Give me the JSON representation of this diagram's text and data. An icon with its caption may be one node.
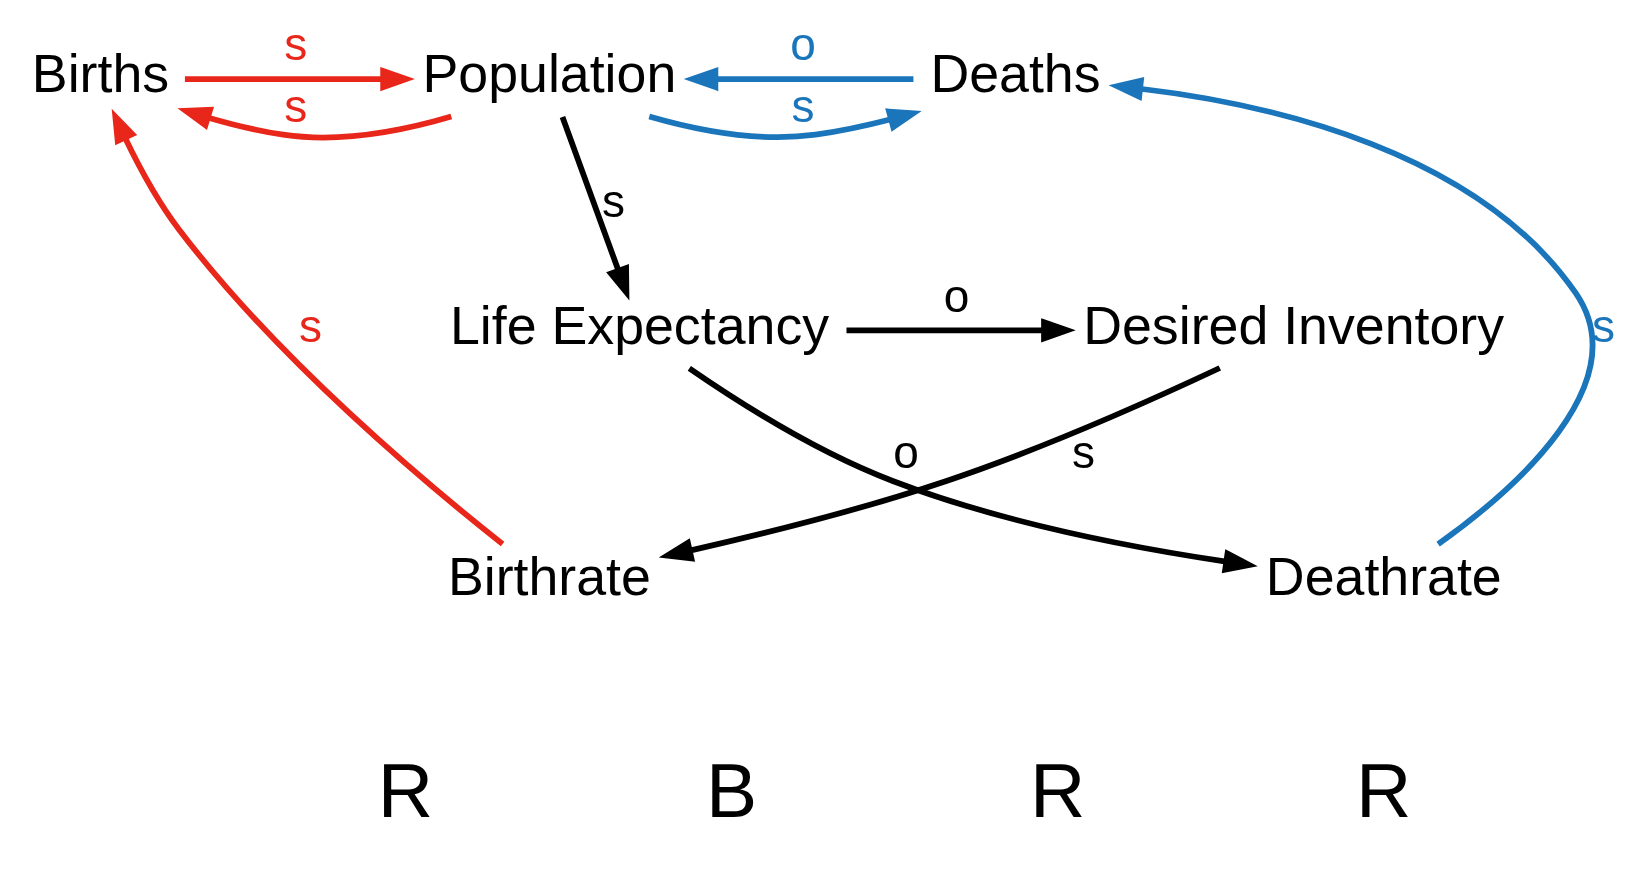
{
  "diagram": {
    "nodes": [
      {
        "text": [
          "Births"
        ]
      },
      {
        "text": [
          "Population"
        ]
      },
      {
        "text": [
          "Deaths"
        ]
      },
      {
        "text": [
          "Birthrate"
        ]
      },
      {
        "text": [
          "Deathrate"
        ]
      },
      {
        "text": [
          "Desired Inventory"
        ]
      },
      {
        "text": [
          "Life Expectancy"
        ]
      }
    ],
    "edges": [
      {
        "from": 0,
        "to": 1,
        "arrow": "to",
        "label": "s",
        "color": "#e8261a"
      },
      {
        "from": 1,
        "to": 0,
        "arrow": "to",
        "label": "s",
        "color": "#e8261a"
      },
      {
        "from": 1,
        "to": 2,
        "arrow": "to",
        "label": "s",
        "color": "#1a75bb"
      },
      {
        "from": 2,
        "to": 1,
        "arrow": "to",
        "label": "o",
        "color": "#1a75bb"
      },
      {
        "from": 3,
        "to": 0,
        "arrow": "to",
        "label": "s",
        "color": "#e8261a"
      },
      {
        "from": 4,
        "to": 2,
        "arrow": "to",
        "label": "s",
        "color": "#1a75bb"
      },
      {
        "from": 1,
        "to": 6,
        "arrow": "to",
        "label": "s"
      },
      {
        "from": 6,
        "to": 5,
        "arrow": "to",
        "label": "o"
      },
      {
        "from": 5,
        "to": 3,
        "arrow": "to",
        "label": "s"
      },
      {
        "from": 6,
        "to": 4,
        "arrow": "to",
        "label": "o"
      }
    ],
    "labels": [
      "R",
      "B",
      "R",
      "R"
    ]
  }
}
